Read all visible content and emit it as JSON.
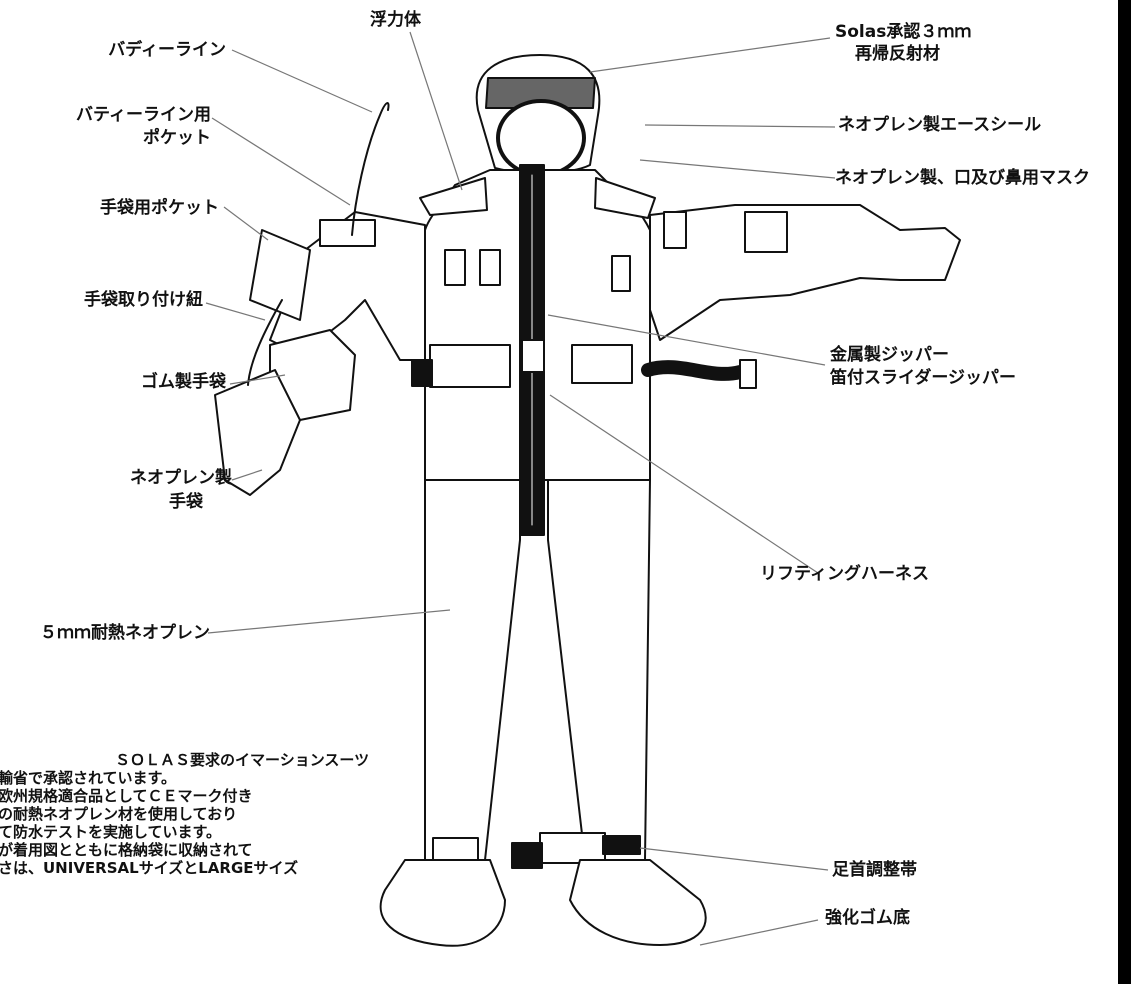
{
  "labels": {
    "flotation": "浮力体",
    "reflective_1": "Solas承認３ｍｍ",
    "reflective_2": "再帰反射材",
    "buddy_line": "バディーライン",
    "buddy_pocket_1": "バティーライン用",
    "buddy_pocket_2": "ポケット",
    "face_seal": "ネオプレン製エースシール",
    "mask": "ネオプレン製、口及び鼻用マスク",
    "glove_pocket": "手袋用ポケット",
    "glove_cord": "手袋取り付け紐",
    "rubber_glove": "ゴム製手袋",
    "neoprene_glove_1": "ネオプレン製",
    "neoprene_glove_2": "手袋",
    "zipper_1": "金属製ジッパー",
    "zipper_2": "笛付スライダージッパー",
    "harness": "リフティングハーネス",
    "neoprene_5mm": "５ｍｍ耐熱ネオプレン",
    "ankle_strap": "足首調整帯",
    "sole": "強化ゴム底"
  },
  "note_lines": [
    "　　　　ＳＯＬＡＳ要求のイマーションスーツ",
    "輸省で承認されています。",
    "欧州規格適合品としてＣＥマーク付き",
    "の耐熱ネオプレン材を使用しており",
    "て防水テストを実施しています。",
    "が着用図とともに格納袋に収納されて",
    "さは、UNIVERSALサイズとLARGEサイズ"
  ]
}
